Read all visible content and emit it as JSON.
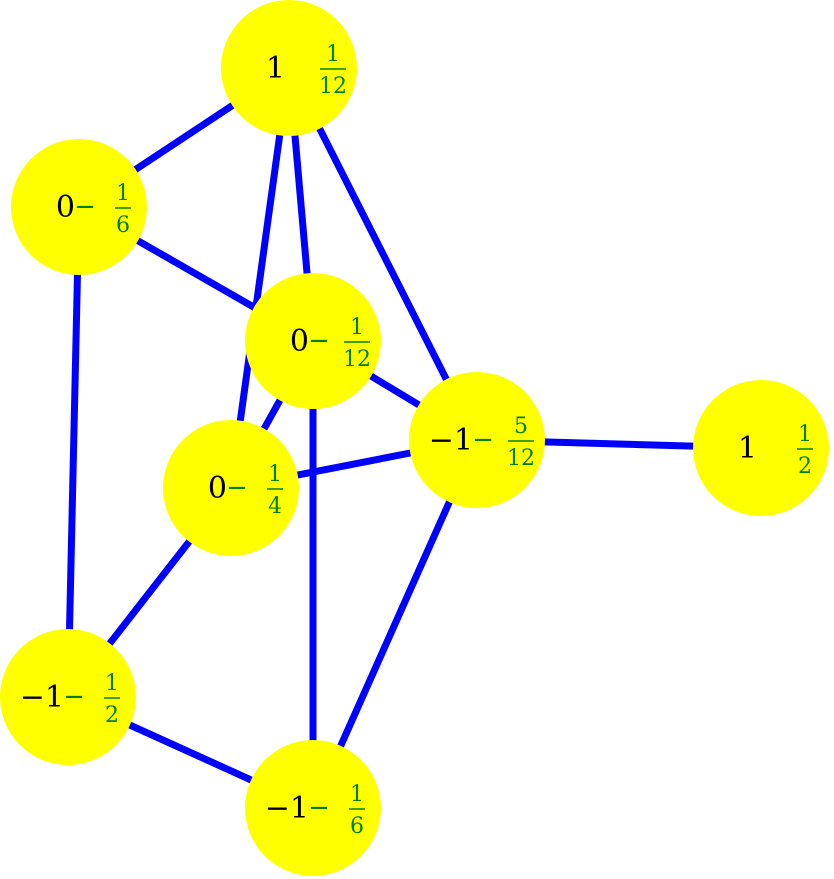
{
  "colors": {
    "edge": "#0000ff",
    "node_fill": "#ffff00",
    "integer_text": "#000000",
    "fraction_text": "#008000",
    "background": "#ffffff"
  },
  "nodes": [
    {
      "id": "n1",
      "integer": "1",
      "sign": "",
      "numerator": "1",
      "denominator": "12"
    },
    {
      "id": "n2",
      "integer": "0",
      "sign": "−",
      "numerator": "1",
      "denominator": "6"
    },
    {
      "id": "n3",
      "integer": "0",
      "sign": "−",
      "numerator": "1",
      "denominator": "12"
    },
    {
      "id": "n4",
      "integer": "0",
      "sign": "−",
      "numerator": "1",
      "denominator": "4"
    },
    {
      "id": "n5",
      "integer": "−1",
      "sign": "−",
      "numerator": "5",
      "denominator": "12"
    },
    {
      "id": "n6",
      "integer": "1",
      "sign": "",
      "numerator": "1",
      "denominator": "2"
    },
    {
      "id": "n7",
      "integer": "−1",
      "sign": "−",
      "numerator": "1",
      "denominator": "2"
    },
    {
      "id": "n8",
      "integer": "−1",
      "sign": "−",
      "numerator": "1",
      "denominator": "6"
    }
  ],
  "edges": [
    [
      "n1",
      "n2"
    ],
    [
      "n1",
      "n3"
    ],
    [
      "n1",
      "n4"
    ],
    [
      "n1",
      "n5"
    ],
    [
      "n2",
      "n3"
    ],
    [
      "n2",
      "n7"
    ],
    [
      "n3",
      "n4"
    ],
    [
      "n3",
      "n5"
    ],
    [
      "n3",
      "n8"
    ],
    [
      "n4",
      "n5"
    ],
    [
      "n4",
      "n7"
    ],
    [
      "n5",
      "n6"
    ],
    [
      "n5",
      "n8"
    ],
    [
      "n7",
      "n8"
    ]
  ]
}
